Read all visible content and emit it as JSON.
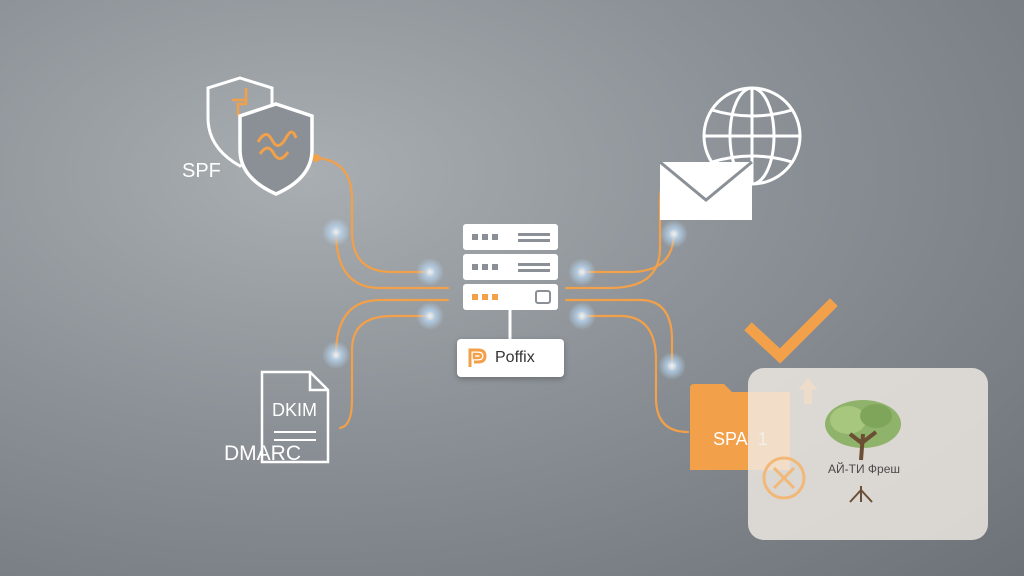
{
  "labels": {
    "spf": "SPF",
    "dkim": "DKIM",
    "dmarc": "DMARC",
    "spam": "SPA  1",
    "server_brand": "Poffix"
  },
  "overlay": {
    "watermark_text": "АЙ-ТИ Фреш"
  },
  "colors": {
    "accent": "#f2a04a",
    "icon_stroke": "#ffffff",
    "glow": "#cfe6ff"
  },
  "icons": [
    "shield-icon",
    "document-icon",
    "server-icon",
    "globe-icon",
    "envelope-icon",
    "folder-icon",
    "checkmark-icon",
    "cancel-icon",
    "tree-logo-icon"
  ]
}
